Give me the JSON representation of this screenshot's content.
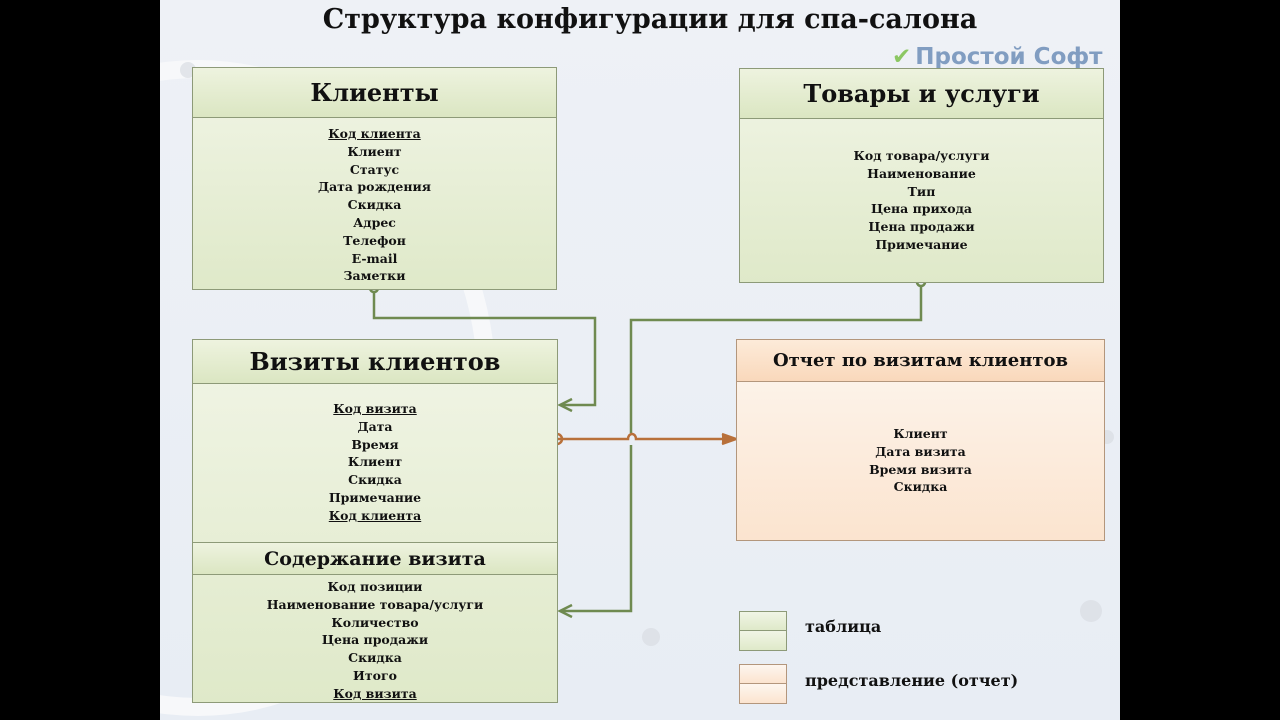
{
  "title": "Структура конфигурации для спа-салона",
  "logo": "Простой Софт",
  "tables": {
    "clients": {
      "title": "Клиенты",
      "fields": [
        "Код клиента",
        "Клиент",
        "Статус",
        "Дата рождения",
        "Скидка",
        "Адрес",
        "Телефон",
        "E-mail",
        "Заметки"
      ]
    },
    "goods": {
      "title": "Товары и услуги",
      "fields": [
        "Код товара/услуги",
        "Наименование",
        "Тип",
        "Цена прихода",
        "Цена продажи",
        "Примечание"
      ]
    },
    "visits": {
      "title": "Визиты клиентов",
      "fields": [
        "Код визита",
        "Дата",
        "Время",
        "Клиент",
        "Скидка",
        "Примечание",
        "Код клиента"
      ]
    },
    "visit_content": {
      "title": "Содержание визита",
      "fields": [
        "Код позиции",
        "Наименование товара/услуги",
        "Количество",
        "Цена продажи",
        "Скидка",
        "Итого",
        "Код визита"
      ]
    },
    "report": {
      "title": "Отчет по визитам клиентов",
      "fields": [
        "Клиент",
        "Дата визита",
        "Время визита",
        "Скидка"
      ]
    }
  },
  "legend": {
    "table": "таблица",
    "view": "представление (отчет)"
  },
  "colors": {
    "table_green": "#dfe9c9",
    "view_orange": "#fbe4cf",
    "link_green": "#6f8a50",
    "link_orange": "#b8703a"
  }
}
